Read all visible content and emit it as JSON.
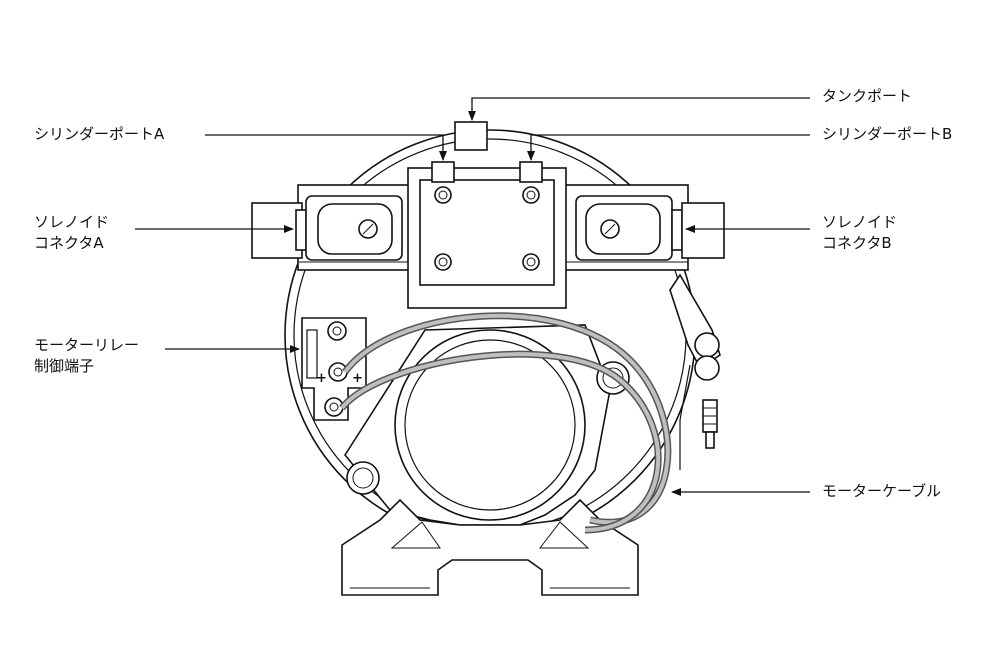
{
  "labels": {
    "tank_port": "タンクポート",
    "cylinder_port_a": "シリンダーポートA",
    "cylinder_port_b": "シリンダーポートB",
    "solenoid_a_line1": "ソレノイド",
    "solenoid_a_line2": "コネクタA",
    "solenoid_b_line1": "ソレノイド",
    "solenoid_b_line2": "コネクタB",
    "relay_line1": "モーターリレー",
    "relay_line2": "制御端子",
    "motor_cable": "モーターケーブル",
    "terminal_plus_left": "+",
    "terminal_plus_right": "+"
  },
  "colors": {
    "line": "#111111",
    "cable_outer": "#555555",
    "cable_inner": "#bfbfbf",
    "background": "#ffffff"
  }
}
